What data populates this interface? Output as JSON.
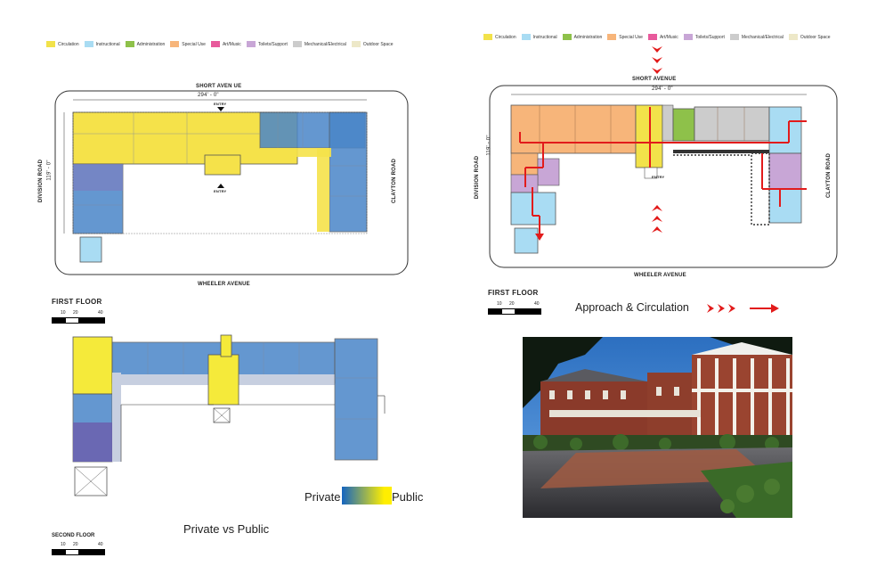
{
  "legend": {
    "items": [
      {
        "label": "Circulation",
        "color": "#f2e24a"
      },
      {
        "label": "Instructional",
        "color": "#a9dcf3"
      },
      {
        "label": "Administration",
        "color": "#8ec14a"
      },
      {
        "label": "Special Use",
        "color": "#f7b57a"
      },
      {
        "label": "Art/Music",
        "color": "#e85a9c"
      },
      {
        "label": "Toilets/Support",
        "color": "#c8a6d6"
      },
      {
        "label": "Mechanical/Electrical",
        "color": "#cccccc"
      },
      {
        "label": "Outdoor Space",
        "color": "#ede8c8"
      }
    ]
  },
  "plan_left": {
    "top_road": "SHORT AVEN UE",
    "dimension_width": "294' - 0\"",
    "dimension_height": "119' - 0\"",
    "left_road": "DIVISION ROAD",
    "right_road": "CLAYTON ROAD",
    "bottom_road": "WHEELER AVENUE",
    "entry_top": "ENTRY",
    "entry_bottom": "ENTRY"
  },
  "plan_right": {
    "top_road": "SHORT AVENUE",
    "dimension_width": "294' - 0\"",
    "dimension_height": "119' - 0\"",
    "left_road": "DIVISION ROAD",
    "right_road": "CLAYTON ROAD",
    "bottom_road": "WHEELER AVENUE",
    "entry_bottom": "ENTRY"
  },
  "labels": {
    "first_floor_left": "FIRST FLOOR",
    "first_floor_right": "FIRST FLOOR",
    "second_floor": "SECOND FLOOR",
    "approach": "Approach & Circulation",
    "private_vs_public": "Private vs Public",
    "gradient_private": "Private",
    "gradient_public": "Public"
  },
  "scale": {
    "ticks": [
      "10",
      "20",
      "40"
    ]
  },
  "colors": {
    "circulation": "#f2e24a",
    "private_blue": "#4a86c8",
    "public_yellow": "#f5ea3a",
    "arrow_red": "#e21b1b"
  }
}
